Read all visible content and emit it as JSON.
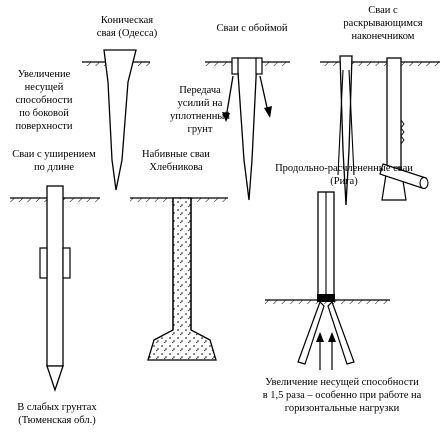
{
  "labels": {
    "conical_pile": "Коническая\nсвая (Одесса)",
    "bearing_side": "Увеличение\nнесущей\nспособности\nпо боковой\nповерхности",
    "sleeve_pile": "Сваи с обоймой",
    "force_transfer": "Передача\nусилий на\nуплотненный\nгрунт",
    "opening_tip": "Сваи с\nраскрывающимся\nнаконечником",
    "widened_pile": "Сваи с уширением\nпо длине",
    "khlebnikov": "Набивные сваи\nХлебникова",
    "longitudinal_split": "Продольно-расчлененные сваи\n(Рига)",
    "weak_soils": "В слабых грунтах\n(Тюменская обл.)",
    "bearing_increase": "Увеличение несущей способности\nв 1,5 раза – особенно при работе на\nгоризонтальные нагрузки"
  }
}
